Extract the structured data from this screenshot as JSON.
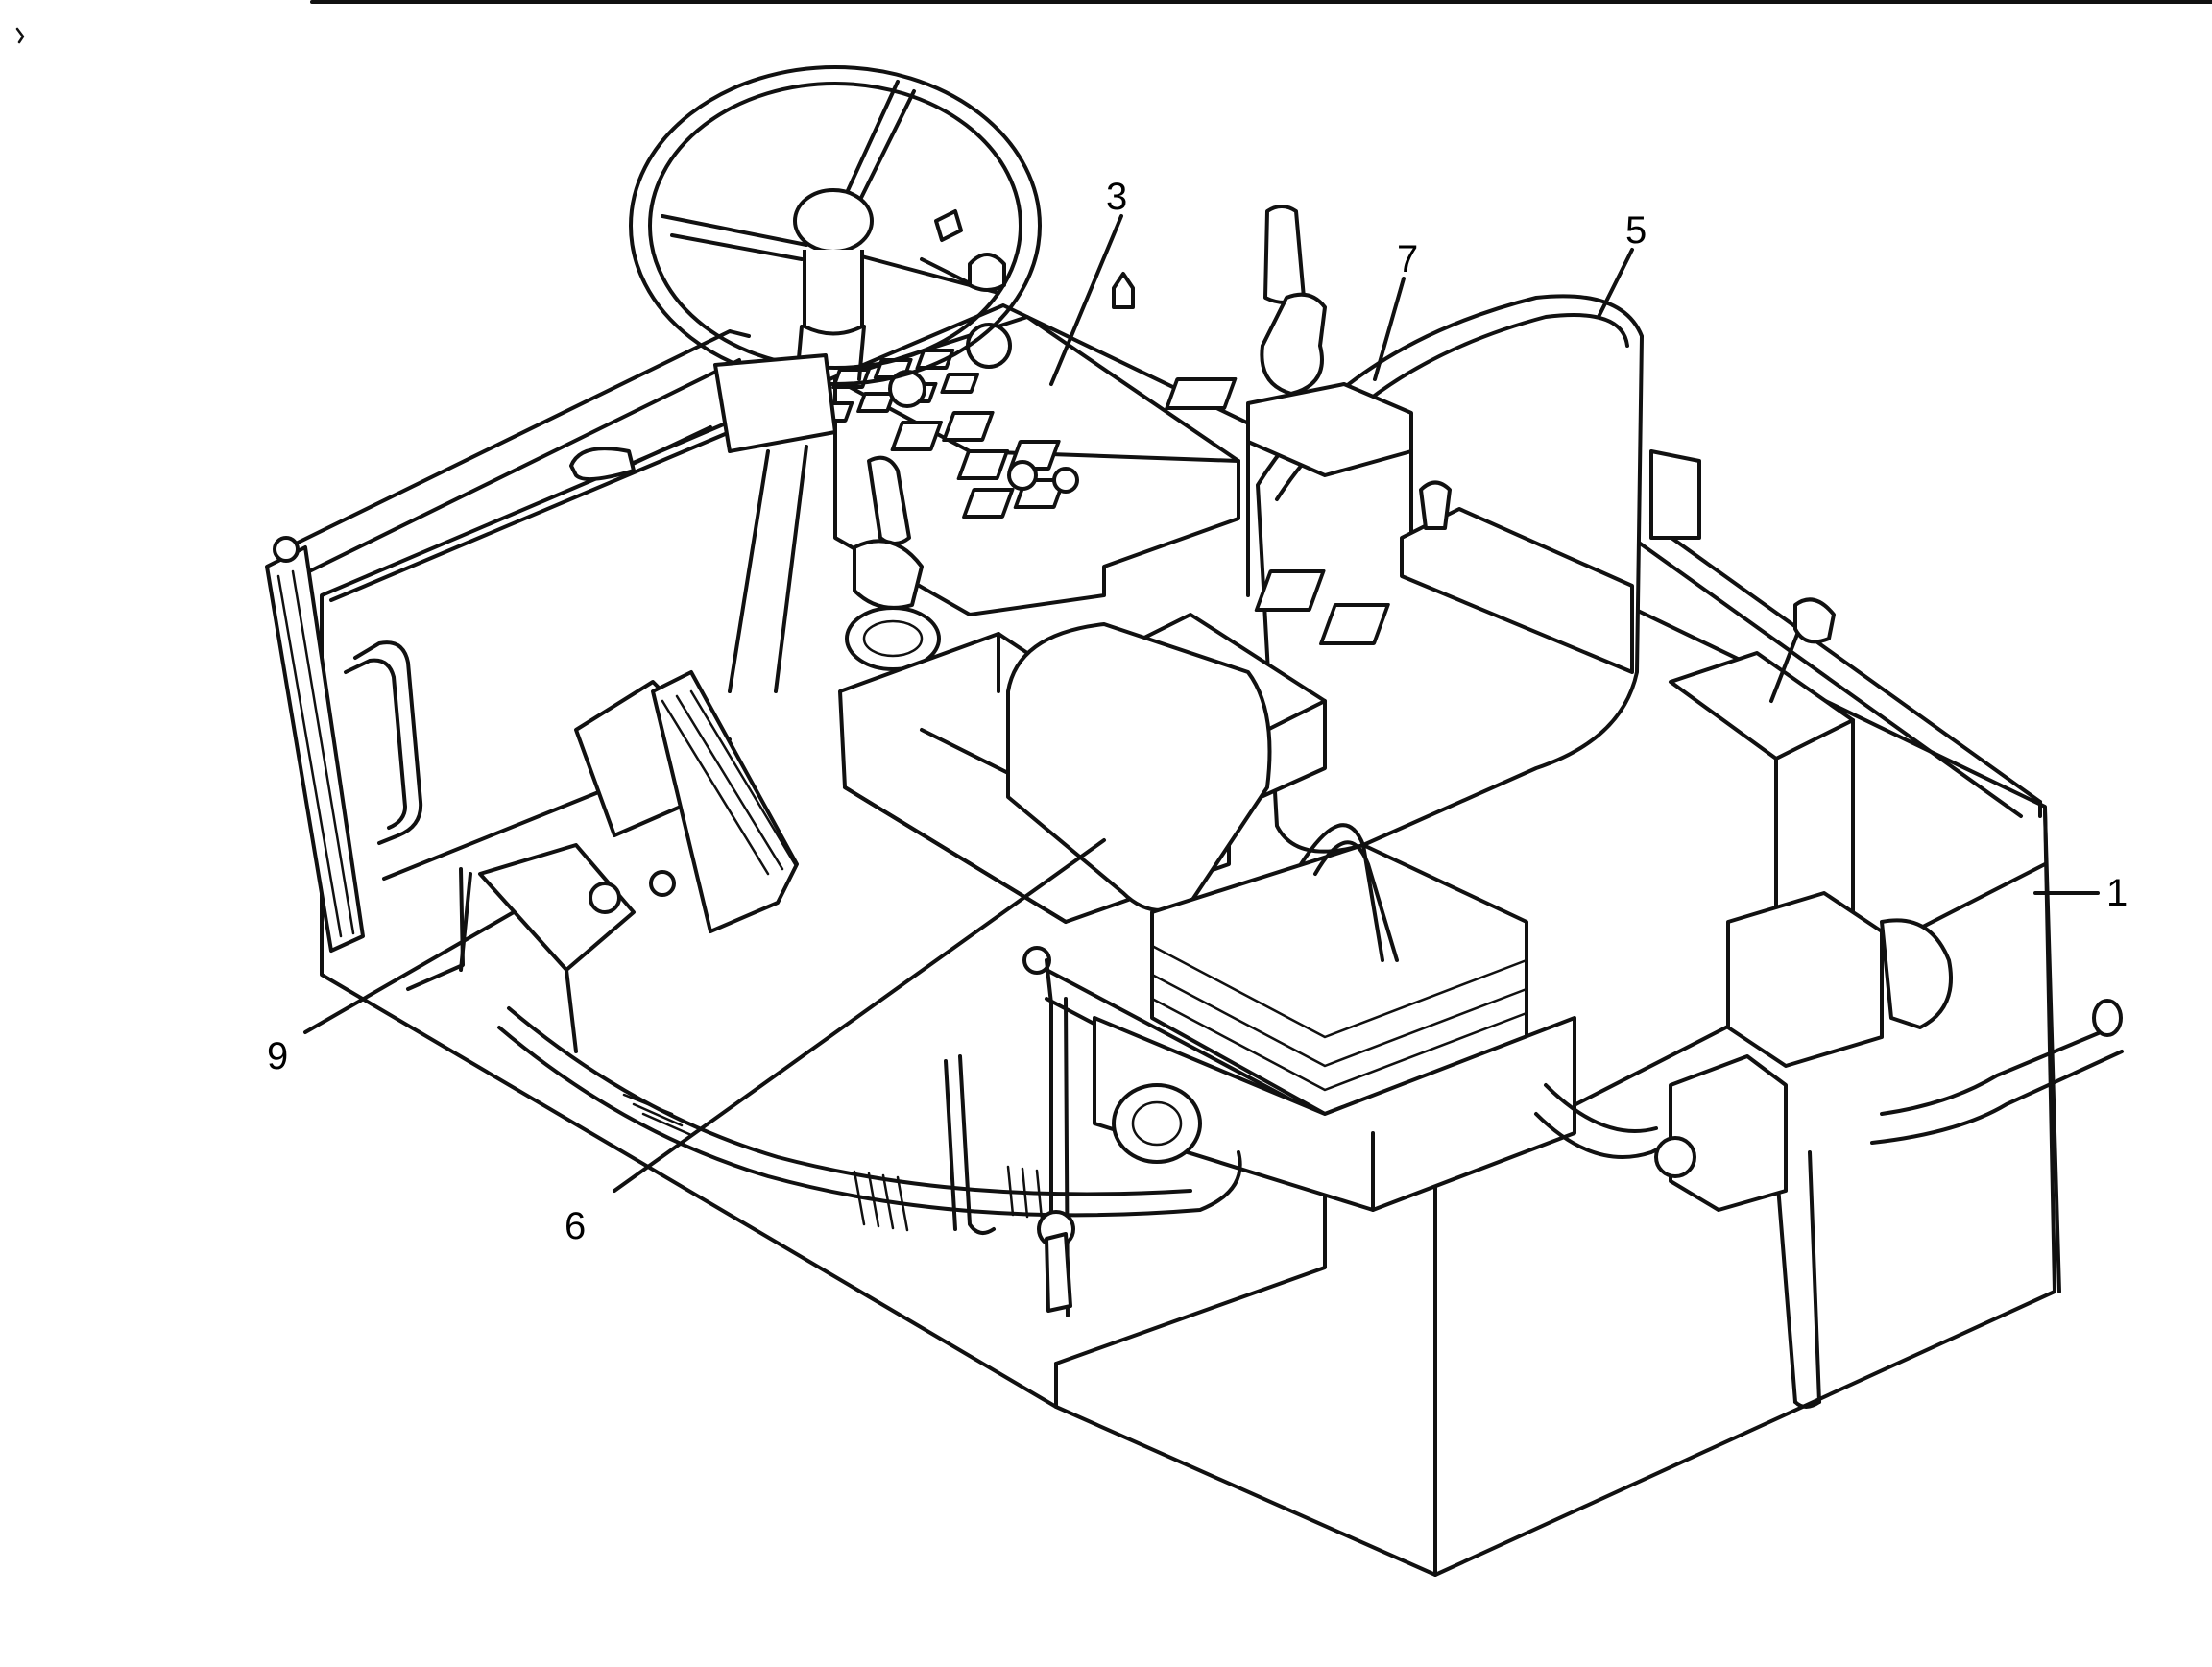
{
  "figure": {
    "callouts": [
      {
        "id": "1",
        "label": "1",
        "target": "cab-body"
      },
      {
        "id": "3",
        "label": "3",
        "target": "control-panel"
      },
      {
        "id": "5",
        "label": "5",
        "target": "operator-seat"
      },
      {
        "id": "6",
        "label": "6",
        "target": "seat-console-base"
      },
      {
        "id": "7",
        "label": "7",
        "target": "right-joystick-console"
      },
      {
        "id": "9",
        "label": "9",
        "target": "brake-pedal-assembly"
      }
    ]
  },
  "colors": {
    "line": "#111111",
    "background": "#ffffff"
  }
}
